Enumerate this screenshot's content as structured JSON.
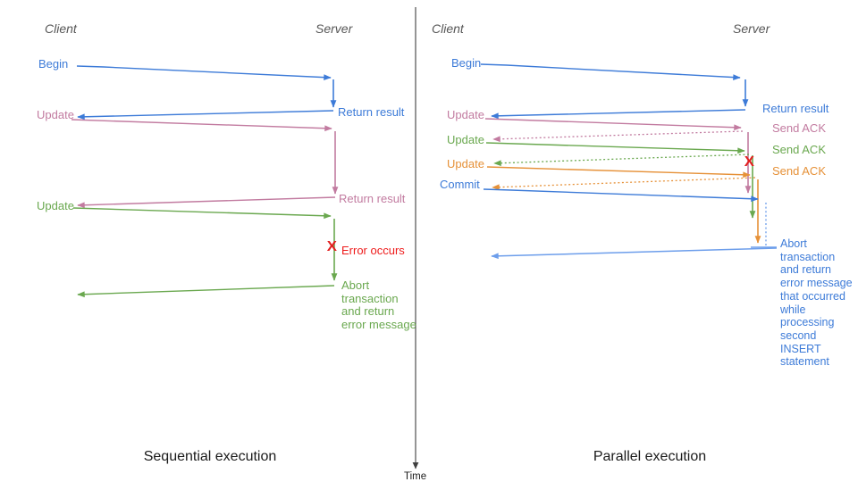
{
  "colors": {
    "blue": "#3d7bd8",
    "light_blue": "#6d9eeb",
    "pink": "#c27ba0",
    "green": "#6aa84f",
    "orange": "#e69138",
    "red": "#e32020",
    "actor_gray": "#575757",
    "axis": "#3f3f3f"
  },
  "time_axis": {
    "label": "Time"
  },
  "left_panel": {
    "title": "Sequential execution",
    "client_label": "Client",
    "server_label": "Server",
    "begin_label": "Begin",
    "return_result_1": "Return result",
    "update_1": "Update",
    "return_result_2": "Return result",
    "update_2": "Update",
    "error_mark": "X",
    "error_label": "Error occurs",
    "abort_note": "Abort\ntransaction\nand return\nerror message"
  },
  "right_panel": {
    "title": "Parallel execution",
    "client_label": "Client",
    "server_label": "Server",
    "begin_label": "Begin",
    "return_result": "Return result",
    "update_1": "Update",
    "send_ack_1": "Send ACK",
    "update_2": "Update",
    "send_ack_2": "Send ACK",
    "update_3": "Update",
    "send_ack_3": "Send ACK",
    "commit_label": "Commit",
    "error_mark": "X",
    "abort_note": "Abort\ntransaction\nand return\nerror message\nthat occurred\nwhile\nprocessing\nsecond\nINSERT\nstatement"
  }
}
